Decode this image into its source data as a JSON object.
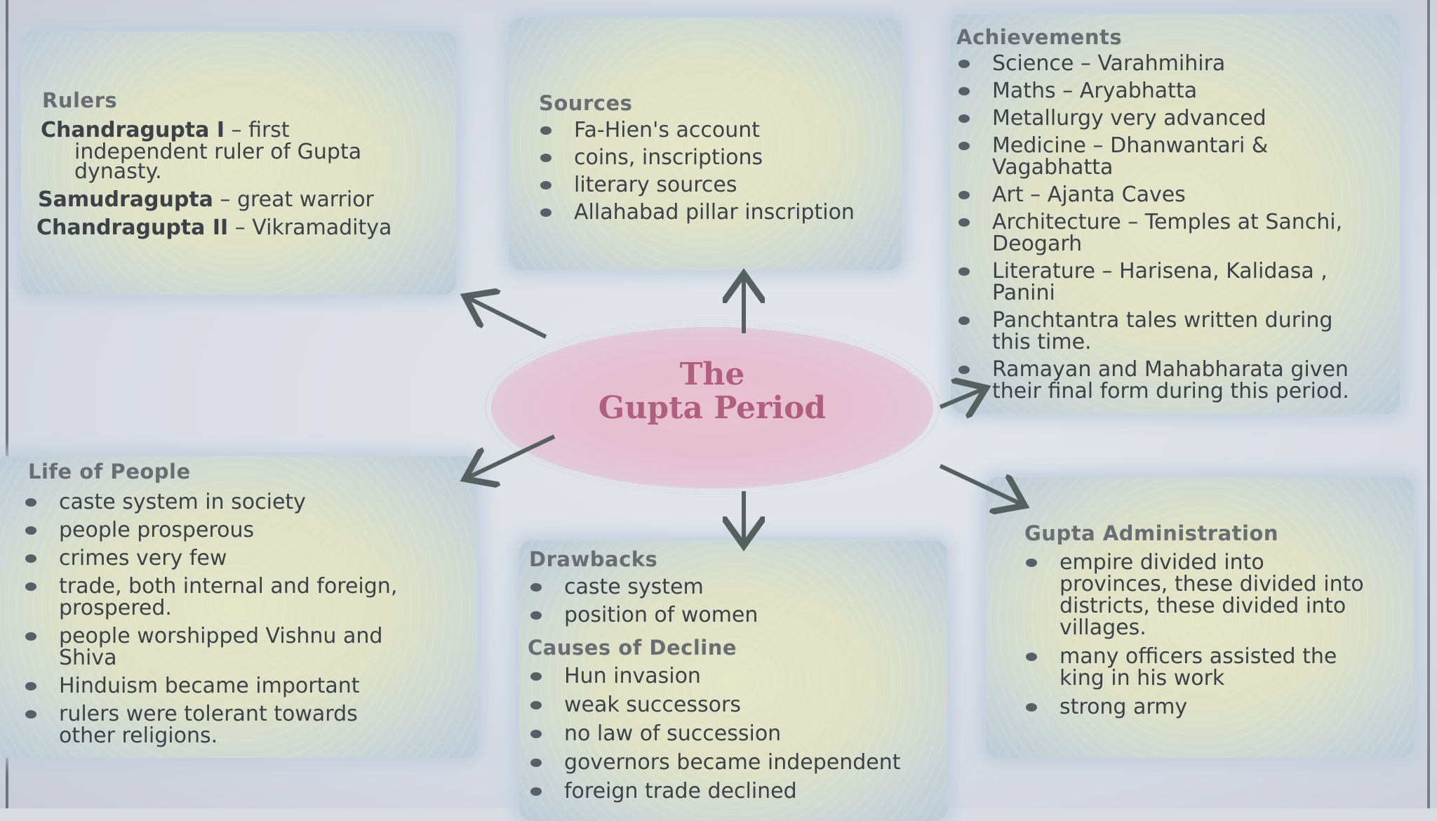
{
  "center": {
    "line1": "The",
    "line2": "Gupta Period"
  },
  "rulers": {
    "heading": "Rulers",
    "entries": [
      {
        "name": "Chandragupta I",
        "desc": " – first"
      },
      {
        "name": "",
        "desc": "independent ruler of Gupta"
      },
      {
        "name": "",
        "desc": "dynasty."
      },
      {
        "name": "Samudragupta",
        "desc": " – great warrior"
      },
      {
        "name": "Chandragupta II",
        "desc": " – Vikramaditya"
      }
    ]
  },
  "sources": {
    "heading": "Sources",
    "items": [
      "Fa-Hien's account",
      "coins, inscriptions",
      "literary sources",
      "Allahabad pillar inscription"
    ]
  },
  "achievements": {
    "heading": "Achievements",
    "items": [
      "Science – Varahmihira",
      "Maths – Aryabhatta",
      "Metallurgy very advanced",
      "Medicine – Dhanwantari &\nVagabhatta",
      "Art – Ajanta Caves",
      "Architecture – Temples at Sanchi,\nDeogarh",
      "Literature – Harisena, Kalidasa ,\nPanini",
      "Panchtantra tales written during\nthis time.",
      "Ramayan and Mahabharata given\ntheir final form during this period."
    ]
  },
  "life": {
    "heading": "Life of People",
    "items": [
      "caste system in society",
      "people prosperous",
      "crimes very few",
      "trade, both internal and foreign,\nprospered.",
      "people worshipped Vishnu and\nShiva",
      "Hinduism became important",
      "rulers were tolerant towards\nother religions."
    ]
  },
  "drawbacks": {
    "heading": "Drawbacks",
    "items": [
      "caste system",
      "position of women"
    ],
    "decline_heading": "Causes of Decline",
    "decline_items": [
      "Hun invasion",
      "weak successors",
      "no law of succession",
      "governors became independent",
      "foreign trade declined"
    ]
  },
  "administration": {
    "heading": "Gupta Administration",
    "items": [
      "empire divided into\nprovinces, these divided into\ndistricts, these divided into\nvillages.",
      "many officers assisted the\nking in his work",
      "strong army"
    ]
  },
  "colors": {
    "arrow": "#55605f",
    "title": "#b0607e",
    "bullet": "#5a5e66"
  }
}
